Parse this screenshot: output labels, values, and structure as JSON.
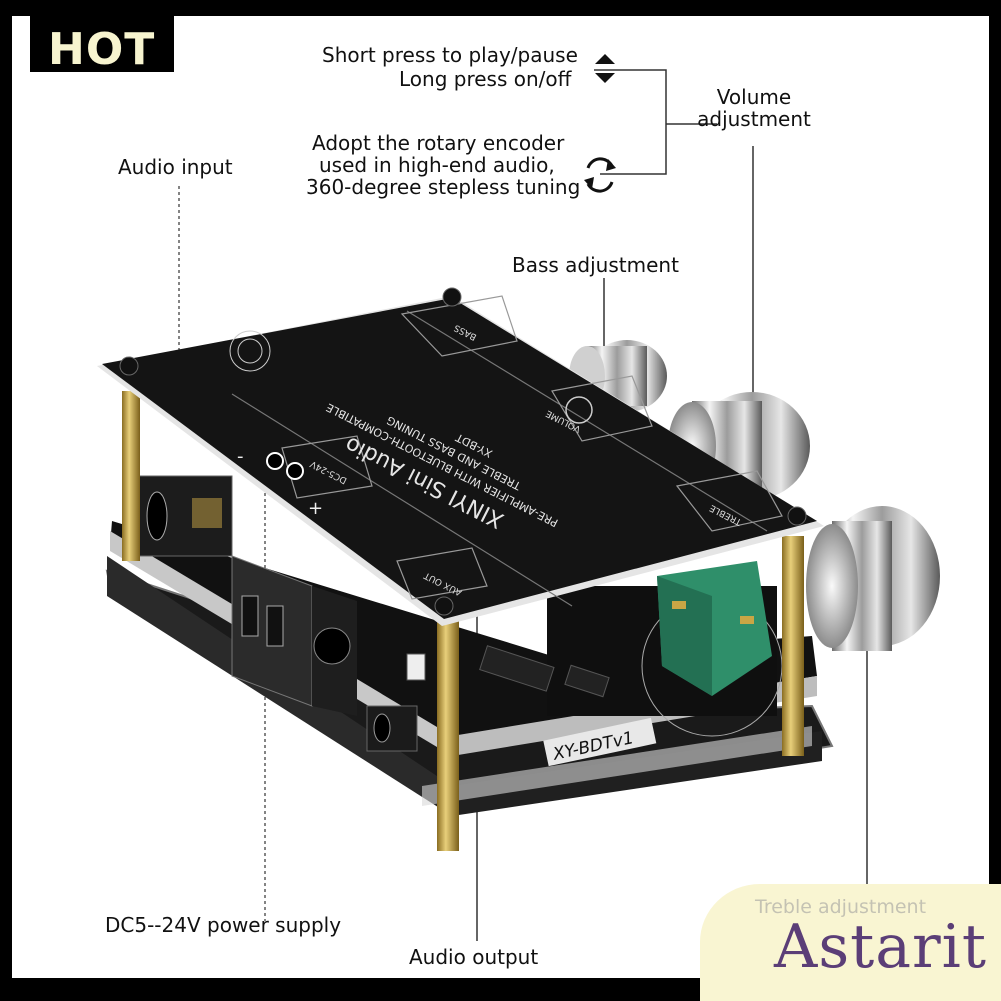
{
  "badge": {
    "text": "HOT"
  },
  "callouts": {
    "short_press": "Short press to play/pause",
    "long_press": "Long press on/off",
    "volume_line1": "Volume",
    "volume_line2": "adjustment",
    "encoder_line1": "Adopt the rotary encoder",
    "encoder_line2": "used in high-end audio,",
    "encoder_line3": "360-degree stepless tuning",
    "audio_input": "Audio input",
    "bass": "Bass adjustment",
    "power_supply": "DC5--24V power supply",
    "audio_output": "Audio output",
    "treble": "Treble adjustment"
  },
  "board": {
    "brand": "XINYI Sini Audio",
    "subtitle1": "PRE-AMPLIFIER WITH BLUETOOTH-COMPATIBLE",
    "subtitle2": "TREBLE AND BASS TUNING",
    "model_top": "XY-BDT",
    "model_pcb": "XY-BDTv1",
    "knob_volume": "VOLUME",
    "knob_treble": "TREBLE",
    "knob_bass": "BASS",
    "port_aux_out": "AUX OUT",
    "port_power": "DC5-24V",
    "plus": "+",
    "minus": "-"
  },
  "watermark": {
    "text": "Astarit"
  },
  "colors": {
    "board_black": "#141414",
    "brass": "#c9a645",
    "relay_green": "#2f8f6a",
    "badge_text": "#f7f4cf",
    "watermark_bg": "#f9f5d2",
    "watermark_text": "#5b3e77"
  }
}
